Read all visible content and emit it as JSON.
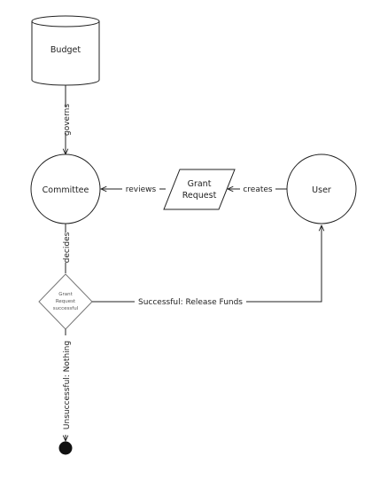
{
  "nodes": {
    "budget": "Budget",
    "committee": "Committee",
    "grant_request_line1": "Grant",
    "grant_request_line2": "Request",
    "user": "User",
    "decision_line1": "Grant",
    "decision_line2": "Request",
    "decision_line3": "successful"
  },
  "edges": {
    "governs": "governs",
    "reviews": "reviews",
    "creates": "creates",
    "decides": "decides",
    "successful": "Successful: Release Funds",
    "unsuccessful": "Unsuccessful: Nothing"
  }
}
